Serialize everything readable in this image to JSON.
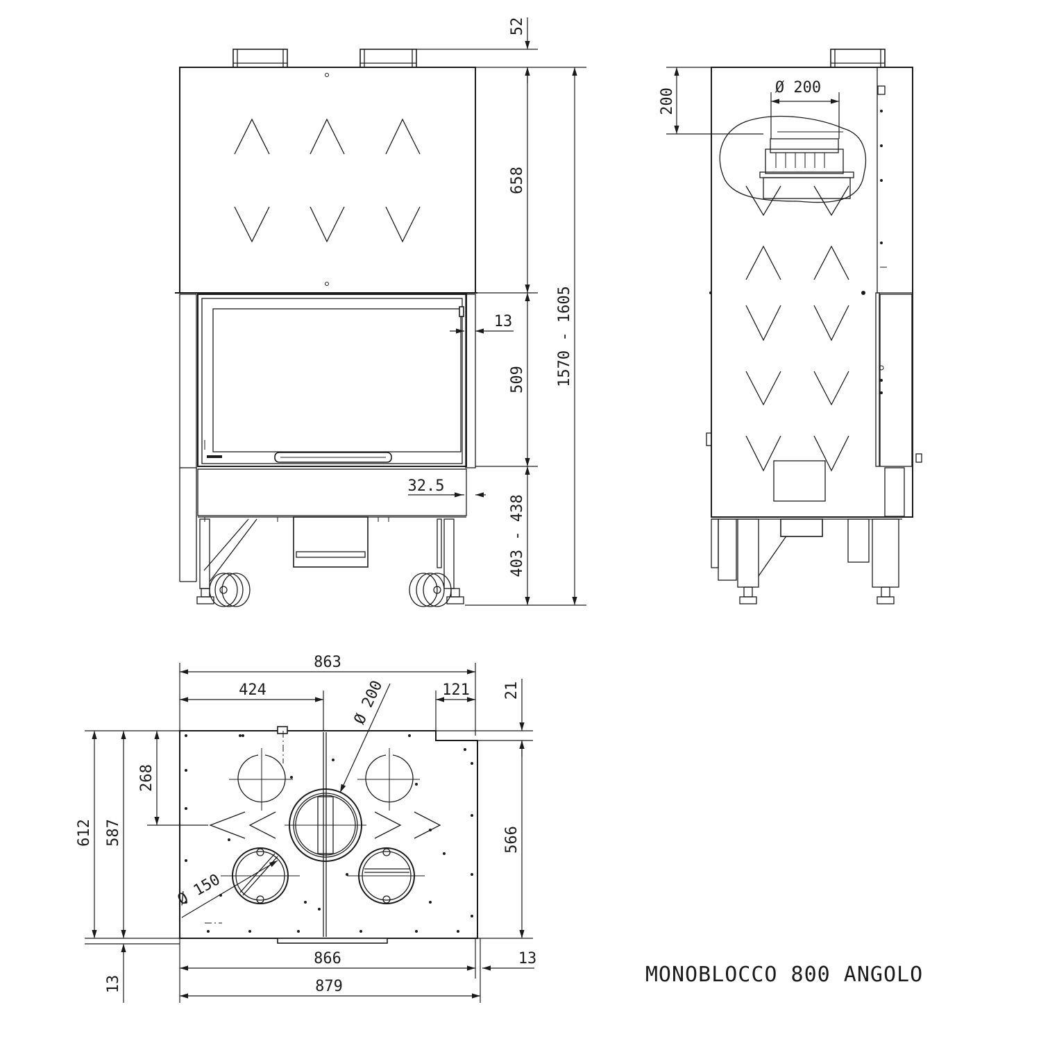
{
  "title": "MONOBLOCCO 800 ANGOLO",
  "front_view": {
    "dims": {
      "top_flue": "52",
      "hood_height": "658",
      "door_offset": "13",
      "door_height": "509",
      "total_height": "1570 - 1605",
      "frame_offset": "32.5",
      "base_height": "403 - 438"
    }
  },
  "side_view": {
    "dims": {
      "collar_height": "200",
      "flue_diameter": "Ø 200"
    }
  },
  "plan_view": {
    "dims": {
      "overall_width": "863",
      "flue_offset": "424",
      "right_offset": "121",
      "small_top": "21",
      "flue_diameter": "Ø 200",
      "depth_total": "612",
      "depth_inner": "587",
      "depth_right": "566",
      "collar_offset": "268",
      "air_diameter": "Ø 150",
      "bottom_width": "866",
      "right_bottom": "13",
      "base_width": "879",
      "left_bottom": "13"
    }
  }
}
